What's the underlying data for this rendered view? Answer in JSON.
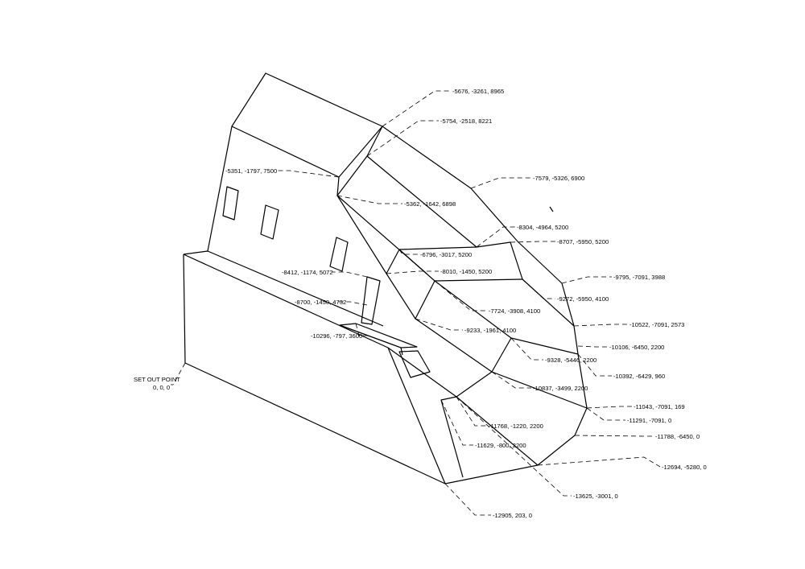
{
  "set_out_point": {
    "title": "SET OUT POINT",
    "coords": "0, 0, 0"
  },
  "labels": [
    "-5676, -3261, 8965",
    "-5754, -2518, 8221",
    "-5351, -1797, 7500",
    "-7579, -5326, 6900",
    "-5362, -1642, 6898",
    "-8304, -4964, 5200",
    "-8707, -5950, 5200",
    "-6796, -3017, 5200",
    "-8412, -1174, 5072",
    "-8010, -1450, 5200",
    "-9795, -7091, 3988",
    "-8700, -1450, 4732",
    "-9272, -5950, 4100",
    "-7724, -3908, 4100",
    "-10522, -7091, 2573",
    "-10296, -797, 3600",
    "-9233, -1961, 4100",
    "-10106, -6450, 2200",
    "-9328, -5446, 2200",
    "-10392, -6429, 960",
    "-10837, -3499, 2200",
    "-11043, -7091, 169",
    "-11291, -7091, 0",
    "-11768, -1220, 2200",
    "-11788, -6450, 0",
    "-11629, -800, 2200",
    "-12694, -5280, 0",
    "-13625, -3001, 0",
    "-12905, 203, 0"
  ]
}
